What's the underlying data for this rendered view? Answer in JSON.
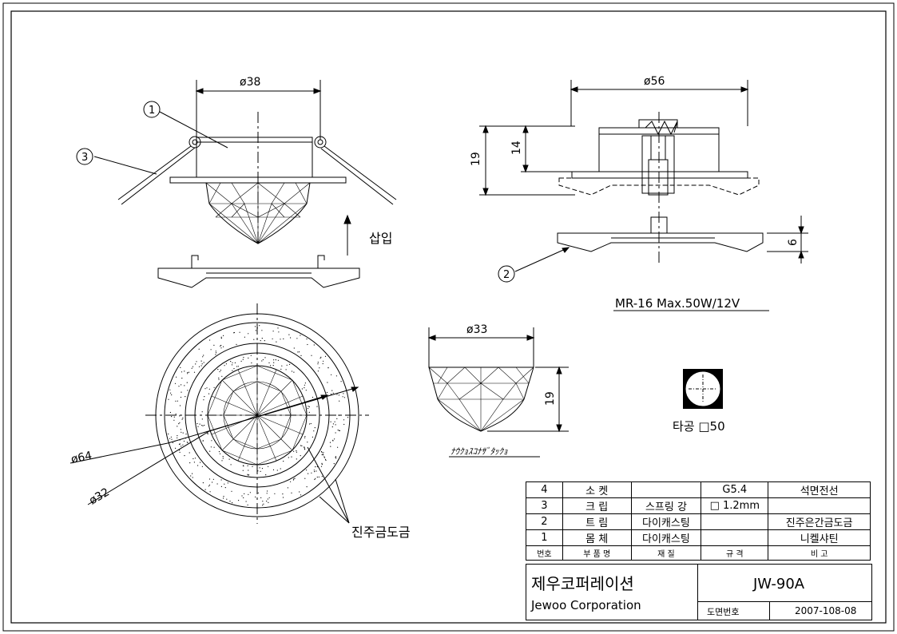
{
  "drawing": {
    "dims": {
      "d38": "ø38",
      "d56": "ø56",
      "h19_side": "19",
      "h14": "14",
      "h6": "6",
      "d33": "ø33",
      "h19_lens": "19",
      "d64": "ø64",
      "d32": "ø32"
    },
    "callouts": {
      "c1": "1",
      "c2": "2",
      "c3": "3"
    },
    "labels": {
      "insert": "삽입",
      "lamp_spec": "MR-16 Max.50W/12V",
      "lens_caption": "ﾅｳｸｮｽｺﾅｻﾞﾀｯｸｮ",
      "cutout": "타공 □50",
      "pearl_plating": "진주금도금"
    }
  },
  "parts_table": {
    "rows": [
      {
        "no": "4",
        "name": "소 켓",
        "material": "",
        "spec": "G5.4",
        "remark": "석면전선"
      },
      {
        "no": "3",
        "name": "크 립",
        "material": "스프링 강",
        "spec": "□ 1.2mm",
        "remark": ""
      },
      {
        "no": "2",
        "name": "트 림",
        "material": "다이캐스팅",
        "spec": "",
        "remark": "진주은간금도금"
      },
      {
        "no": "1",
        "name": "몸 체",
        "material": "다이캐스팅",
        "spec": "",
        "remark": "니켈샤틴"
      }
    ],
    "header": {
      "no": "번호",
      "name": "부 품 명",
      "material": "재 질",
      "spec": "규 격",
      "remark": "비 고"
    }
  },
  "title_block": {
    "company_kr": "제우코퍼레이션",
    "company_en": "Jewoo Corporation",
    "model": "JW-90A",
    "drawing_no_label": "도면번호",
    "drawing_no": "2007-108-08"
  }
}
